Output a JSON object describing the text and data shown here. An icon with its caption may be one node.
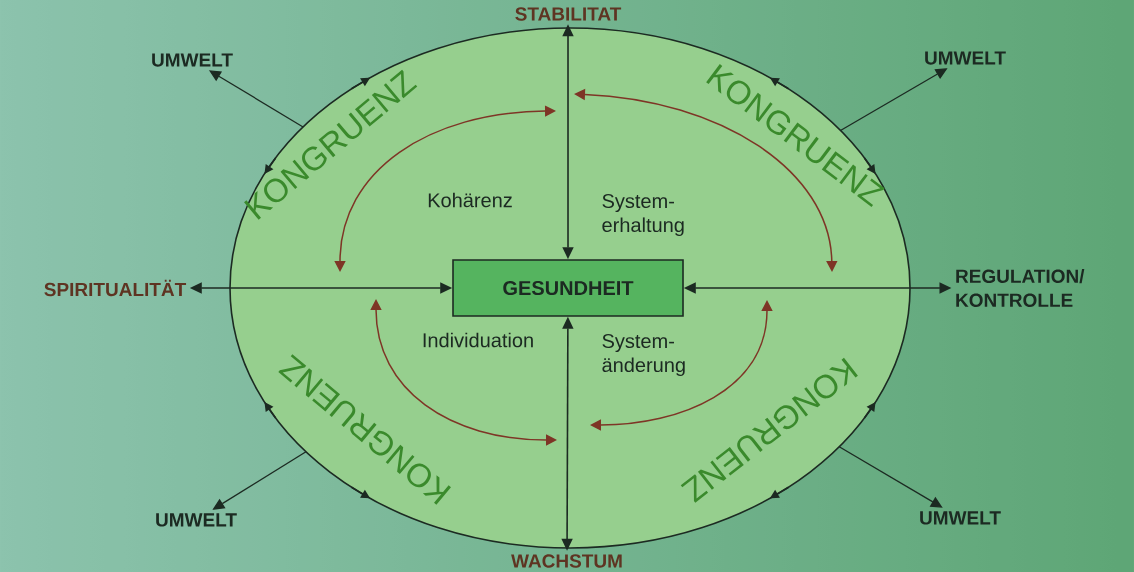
{
  "diagram": {
    "nodes": [
      {
        "text": [],
        "shape": "ellipse"
      },
      {
        "text": [
          "STABILITAT"
        ]
      },
      {
        "text": [
          "UMWELT"
        ]
      },
      {
        "text": [
          "UMWELT"
        ]
      },
      {
        "text": [
          "SPIRITUALITÄT"
        ]
      },
      {
        "text": [
          "GESUNDHEIT"
        ],
        "in": 0
      },
      {
        "text": [
          "REGULATION/ KONTROLLE"
        ]
      },
      {
        "text": [
          "UMWELT"
        ]
      },
      {
        "text": [
          "UMWELT"
        ]
      },
      {
        "text": [
          "WACHSTUM"
        ]
      }
    ],
    "edges": [
      {
        "from": 5,
        "to": 1,
        "arrow": "both"
      },
      {
        "from": 5,
        "to": 4,
        "arrow": "both"
      },
      {
        "from": 5,
        "to": 6,
        "arrow": "both"
      },
      {
        "from": 5,
        "to": 9,
        "arrow": "both"
      },
      {
        "from": 0,
        "to": 2,
        "arrow": "to"
      },
      {
        "from": 0,
        "to": 3,
        "arrow": "to"
      },
      {
        "from": 0,
        "to": 7,
        "arrow": "to"
      },
      {
        "from": 0,
        "to": 8,
        "arrow": "to"
      }
    ],
    "labels": [
      "KONGRUENZ",
      "KONGRUENZ",
      "Kohärenz",
      "System- erhaltung",
      "Individuation",
      "System- änderung",
      "KONGRUENZ",
      "KONGRUENZ"
    ]
  }
}
